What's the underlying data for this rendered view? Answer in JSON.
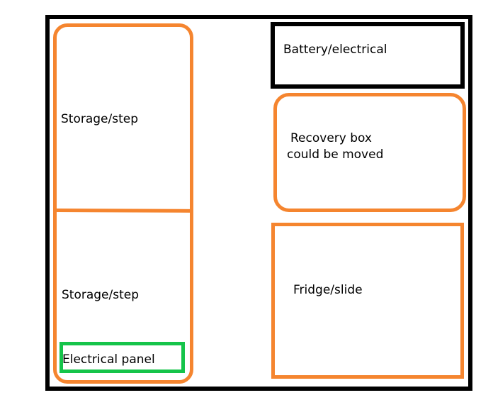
{
  "labels": {
    "storage_top": "Storage/step",
    "storage_bottom": "Storage/step",
    "battery": "Battery/electrical",
    "recovery_line1": "Recovery box",
    "recovery_line2": "could be moved",
    "fridge": "Fridge/slide",
    "electrical_panel": "Electrical panel"
  },
  "colors": {
    "outline": "#000000",
    "storage": "#f5852f",
    "panel": "#15c44a"
  }
}
